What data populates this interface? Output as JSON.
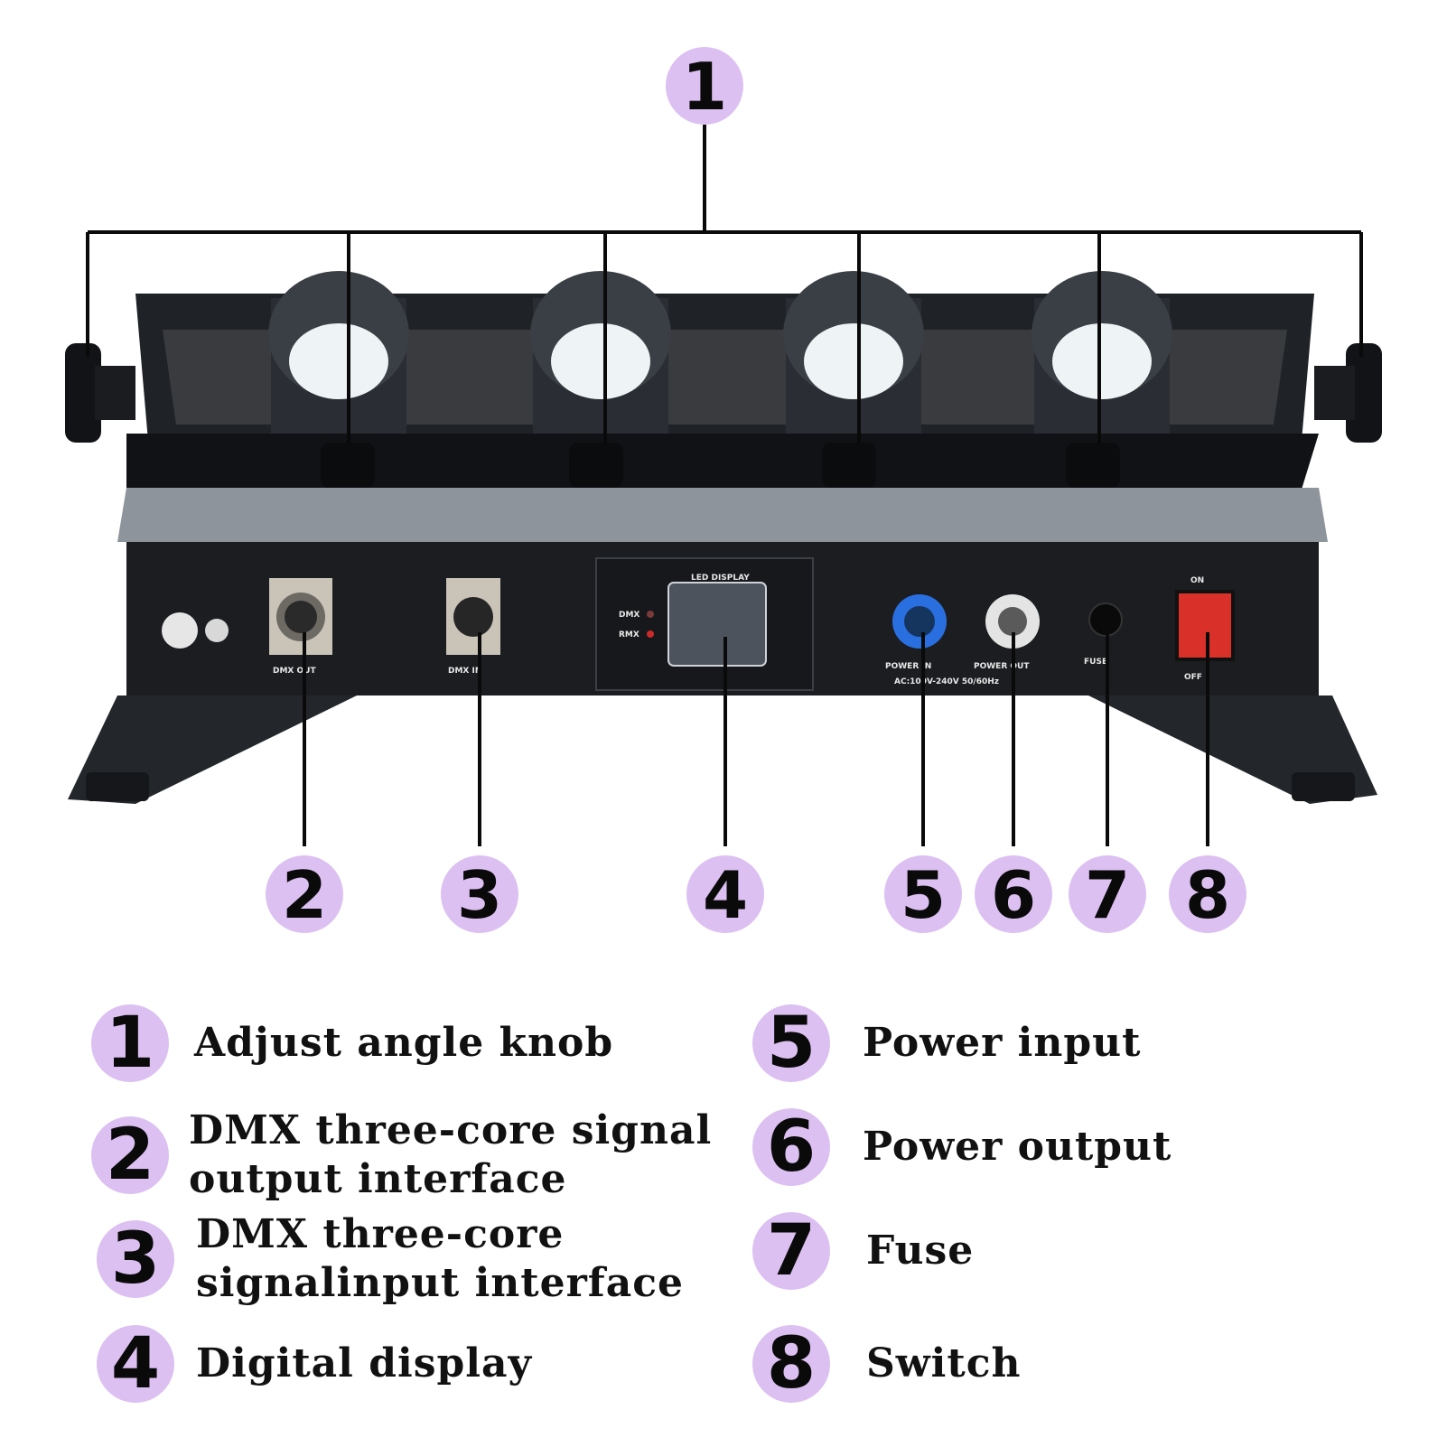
{
  "device_labels": {
    "dmx_out": "DMX OUT",
    "dmx_in": "DMX IN",
    "led_display": "LED DISPLAY",
    "dmx_led": "DMX",
    "rmx_led": "RMX",
    "power_in": "POWER IN",
    "power_out": "POWER OUT",
    "voltage": "AC:100V-240V 50/60Hz",
    "fuse": "FUSE",
    "on": "ON",
    "off": "OFF"
  },
  "callouts": [
    {
      "number": "1"
    },
    {
      "number": "2"
    },
    {
      "number": "3"
    },
    {
      "number": "4"
    },
    {
      "number": "5"
    },
    {
      "number": "6"
    },
    {
      "number": "7"
    },
    {
      "number": "8"
    }
  ],
  "legend": [
    {
      "number": "1",
      "lines": [
        "Adjust angle knob"
      ]
    },
    {
      "number": "2",
      "lines": [
        "DMX three-core signal",
        "output interface"
      ]
    },
    {
      "number": "3",
      "lines": [
        "DMX three-core",
        "signalinput interface"
      ]
    },
    {
      "number": "4",
      "lines": [
        "Digital display"
      ]
    },
    {
      "number": "5",
      "lines": [
        "Power input"
      ]
    },
    {
      "number": "6",
      "lines": [
        "Power output"
      ]
    },
    {
      "number": "7",
      "lines": [
        "Fuse"
      ]
    },
    {
      "number": "8",
      "lines": [
        "Switch"
      ]
    }
  ],
  "colors": {
    "badge": "#dcc0f2",
    "device_body": "#1b1d21",
    "power_in_connector": "#2a6fe0",
    "switch": "#d9302a"
  }
}
